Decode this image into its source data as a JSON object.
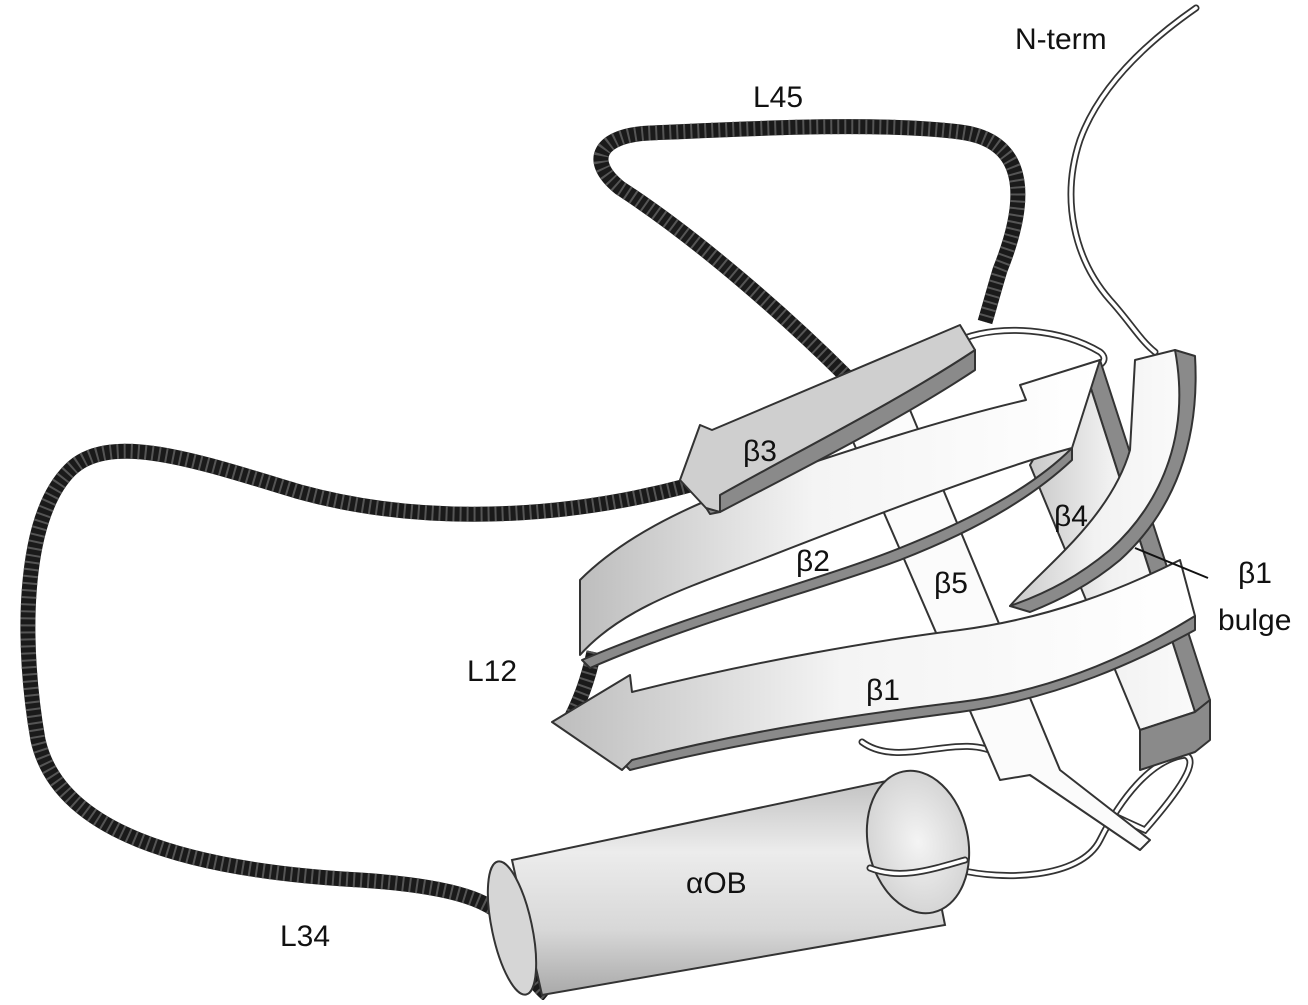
{
  "figure": {
    "labels": {
      "n_term": "N-term",
      "l45": "L45",
      "l12": "L12",
      "l34": "L34",
      "beta1": "β1",
      "beta2": "β2",
      "beta3": "β3",
      "beta4": "β4",
      "beta5": "β5",
      "beta1_bulge_line1": "β1",
      "beta1_bulge_line2": "bulge",
      "alpha_ob": "αOB"
    }
  }
}
